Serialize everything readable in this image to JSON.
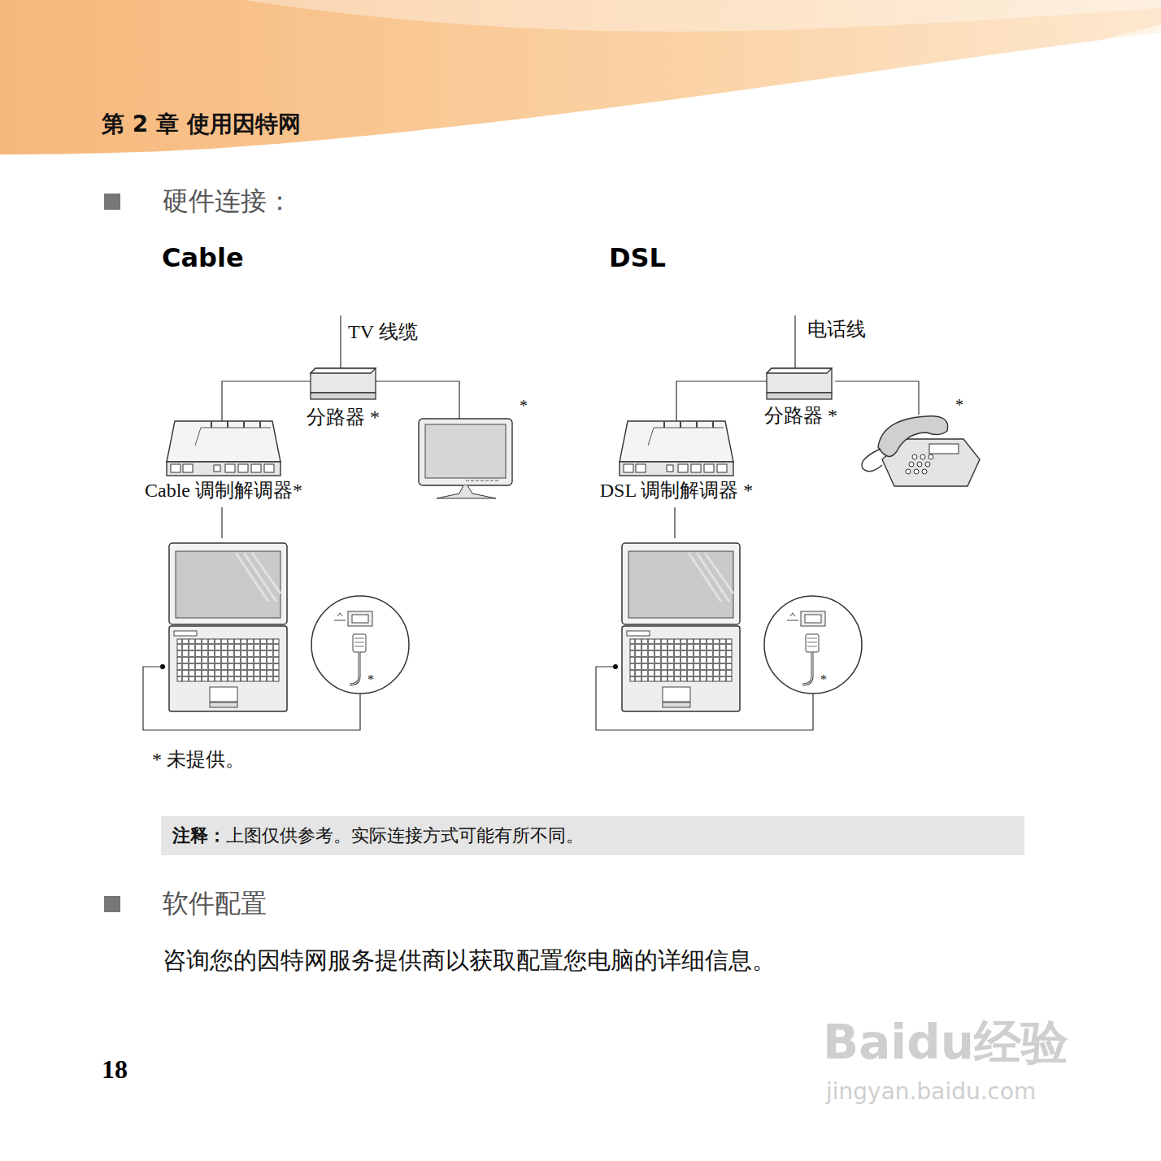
{
  "diagram": {
    "nodes": [
      {
        "text": [
          "第 2 章 使用因特网"
        ]
      },
      {
        "text": [
          "分路器 *"
        ]
      },
      {
        "text": [
          "Cable 调制解调器*"
        ]
      },
      {
        "text": [
          "*"
        ]
      },
      {
        "text": [
          "分路器 *"
        ]
      },
      {
        "text": [
          "DSL 调制解调器 *"
        ]
      },
      {
        "text": [
          "*"
        ]
      },
      {
        "text": [
          "注释：",
          "上图仅供参考。实际连接方式可能有所不同。"
        ]
      }
    ],
    "edges": [
      {
        "from": 1,
        "to": 2,
        "arrow": "none"
      },
      {
        "from": 1,
        "to": 3,
        "arrow": "none"
      },
      {
        "from": 4,
        "to": 5,
        "arrow": "none"
      },
      {
        "from": 4,
        "to": 6,
        "arrow": "none"
      }
    ],
    "labels": [
      "硬件连接：",
      "Cable",
      "DSL",
      "TV 线缆",
      "电话线",
      "*",
      "*",
      "* 未提供。",
      "软件配置",
      "咨询您的因特网服务提供商以获取配置您电脑的详细信息。",
      "18",
      "Baidu经验",
      "jingyan.baidu.com"
    ]
  }
}
